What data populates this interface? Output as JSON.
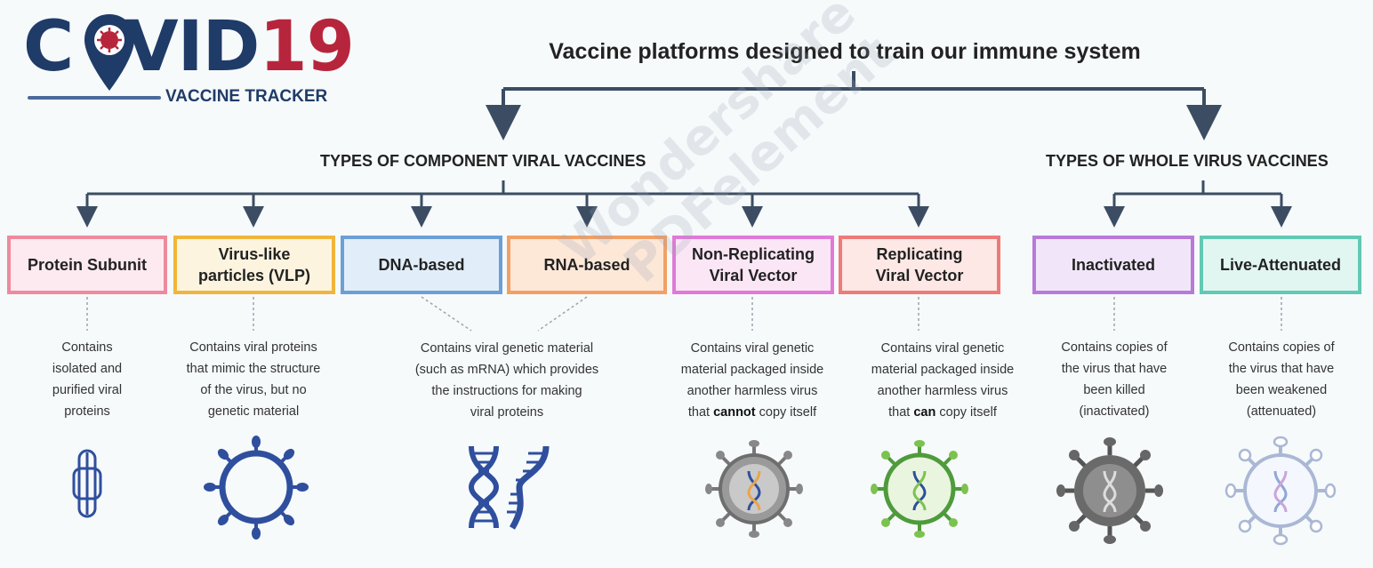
{
  "logo": {
    "covid_part1": "C",
    "covid_part2": "VID",
    "covid_number": "19",
    "subtitle": "VACCINE TRACKER"
  },
  "title": "Vaccine platforms designed to train our immune system",
  "groups": {
    "component": "TYPES OF COMPONENT VIRAL VACCINES",
    "whole": "TYPES OF WHOLE VIRUS VACCINES"
  },
  "vaccines": [
    {
      "id": "protein-subunit",
      "line1": "Protein Subunit",
      "line2": "",
      "border": "#ee8a9d",
      "fill": "#fdeaf0",
      "description": [
        "Contains",
        "isolated and",
        "purified viral",
        "proteins"
      ]
    },
    {
      "id": "vlp",
      "line1": "Virus-like",
      "line2": "particles (VLP)",
      "border": "#f0b53c",
      "fill": "#fdf4df",
      "description": [
        "Contains viral proteins",
        "that mimic the structure",
        "of the virus, but no",
        "genetic material"
      ]
    },
    {
      "id": "dna-based",
      "line1": "DNA-based",
      "line2": "",
      "border": "#6d9fd6",
      "fill": "#e1eef9",
      "description": []
    },
    {
      "id": "rna-based",
      "line1": "RNA-based",
      "line2": "",
      "border": "#f2a066",
      "fill": "#fde8d8",
      "description": []
    },
    {
      "id": "non-replicating",
      "line1": "Non-Replicating",
      "line2": "Viral Vector",
      "border": "#e07ad6",
      "fill": "#fbe6f6",
      "description": [
        "Contains viral genetic",
        "material packaged inside",
        "another harmless virus"
      ],
      "last_pre": "that ",
      "last_bold": "cannot",
      "last_post": " copy itself"
    },
    {
      "id": "replicating",
      "line1": "Replicating",
      "line2": "Viral Vector",
      "border": "#ee7b78",
      "fill": "#fde8e6",
      "description": [
        "Contains viral genetic",
        "material packaged inside",
        "another harmless virus"
      ],
      "last_pre": "that ",
      "last_bold": "can",
      "last_post": " copy itself"
    },
    {
      "id": "inactivated",
      "line1": "Inactivated",
      "line2": "",
      "border": "#b77ad8",
      "fill": "#f1e6f9",
      "description": [
        "Contains copies of",
        "the virus that have",
        "been killed",
        "(inactivated)"
      ]
    },
    {
      "id": "live-attenuated",
      "line1": "Live-Attenuated",
      "line2": "",
      "border": "#62c9b4",
      "fill": "#e2f6f1",
      "description": [
        "Contains copies of",
        "the virus that have",
        "been weakened",
        "(attenuated)"
      ]
    }
  ],
  "nucleic_description": [
    "Contains viral genetic material",
    "(such as mRNA) which provides",
    "the instructions for making",
    "viral proteins"
  ],
  "watermark": {
    "line1": "Wondershare",
    "line2": "PDFelement"
  },
  "colors": {
    "navy": "#1f3b68",
    "red": "#b7253c",
    "connector": "#3c4d63"
  }
}
